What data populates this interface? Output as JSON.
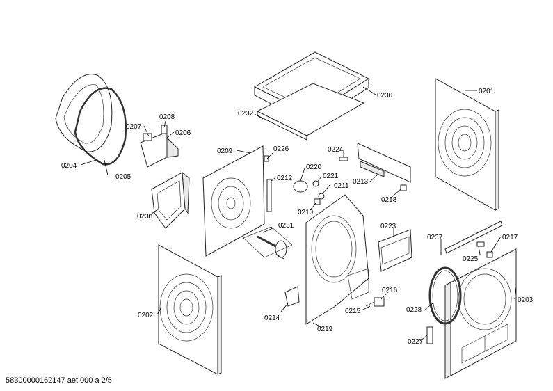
{
  "diagram": {
    "footer": "58300000162147 aet 000 a 2/5",
    "labels": {
      "p0201": "0201",
      "p0202": "0202",
      "p0203": "0203",
      "p0204": "0204",
      "p0205": "0205",
      "p0206": "0206",
      "p0207": "0207",
      "p0208": "0208",
      "p0209": "0209",
      "p0210": "0210",
      "p0211": "0211",
      "p0212": "0212",
      "p0213": "0213",
      "p0214": "0214",
      "p0215": "0215",
      "p0216": "0216",
      "p0217": "0217",
      "p0218": "0218",
      "p0219": "0219",
      "p0220": "0220",
      "p0221": "0221",
      "p0223": "0223",
      "p0224": "0224",
      "p0225": "0225",
      "p0226": "0226",
      "p0227": "0227",
      "p0228": "0228",
      "p0230": "0230",
      "p0231": "0231",
      "p0232": "0232",
      "p0237": "0237",
      "p0238": "0238"
    }
  }
}
